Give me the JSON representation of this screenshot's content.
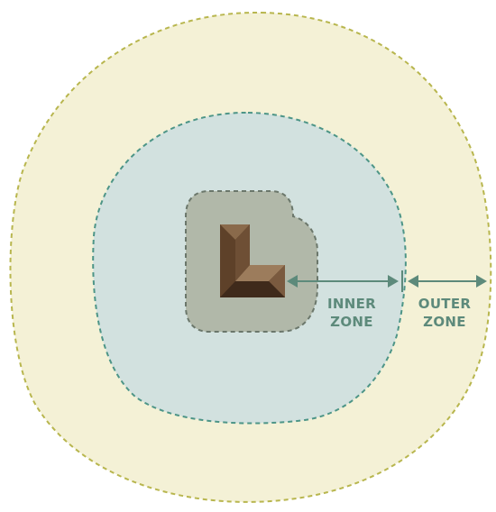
{
  "labels": {
    "inner_line1": "INNER",
    "inner_line2": "ZONE",
    "outer_line1": "OUTER",
    "outer_line2": "ZONE"
  },
  "colors": {
    "outer_fill": "#f4f1d6",
    "outer_stroke": "#b8b64e",
    "inner_fill": "#d2e1df",
    "inner_stroke": "#4d9587",
    "core_fill": "#b1b8a9",
    "core_stroke": "#6b776b",
    "building_dark": "#4e3422",
    "building_mid": "#7a5a3f",
    "building_light": "#9c7c5c",
    "arrow_color": "#5d8a7b",
    "label_color": "#5d8a7b"
  }
}
